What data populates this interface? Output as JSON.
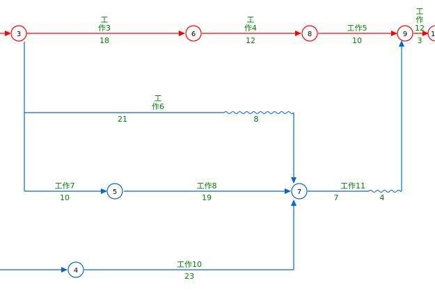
{
  "colors": {
    "critical": "#ff0000",
    "normal": "#0066dd",
    "label": "#008000",
    "node_text": "#000000",
    "background": "#ffffff"
  },
  "nodes": {
    "n3": "3",
    "n4": "4",
    "n5": "5",
    "n6": "6",
    "n7": "7",
    "n8": "8",
    "n9": "9",
    "n10_partial": "1"
  },
  "activities": {
    "work3": {
      "name": "工作3",
      "duration": "18"
    },
    "work4": {
      "name": "工作4",
      "duration": "12"
    },
    "work5": {
      "name": "工作5",
      "duration": "10"
    },
    "work12": {
      "name": "工作12",
      "duration": "3"
    },
    "work6": {
      "name": "工作6",
      "duration": "21",
      "float": "8"
    },
    "work7": {
      "name": "工作7",
      "duration": "10"
    },
    "work8": {
      "name": "工作8",
      "duration": "19"
    },
    "work10": {
      "name": "工作10",
      "duration": "23"
    },
    "work11": {
      "name": "工作11",
      "duration": "7",
      "float": "4"
    }
  }
}
